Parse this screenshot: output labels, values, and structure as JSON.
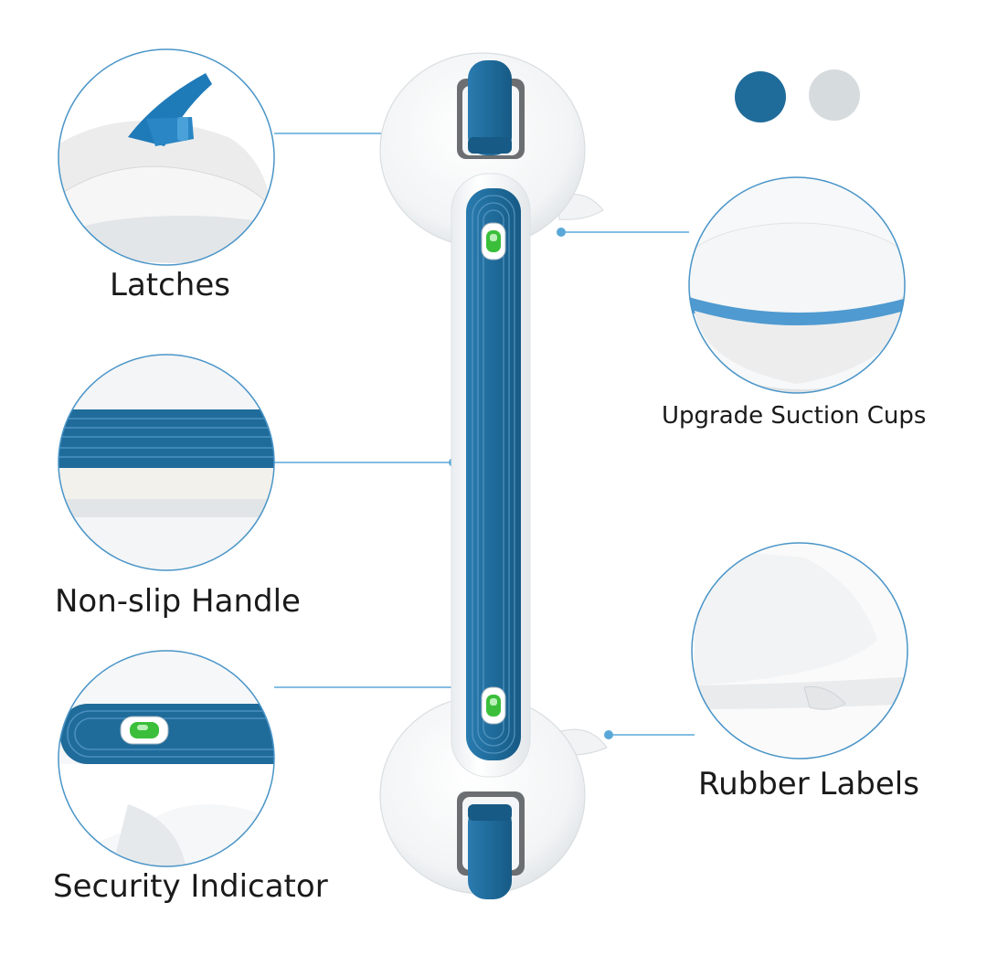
{
  "features": {
    "latches": "Latches",
    "non_slip_handle": "Non-slip Handle",
    "security_indicator": "Security Indicator",
    "upgrade_suction_cups": "Upgrade Suction Cups",
    "rubber_labels": "Rubber Labels"
  },
  "colors": {
    "primary_blue": "#1f6b9a",
    "light_gray": "#d6dbde",
    "indicator_green": "#3bbf3b",
    "callout_line": "#5aa8d8"
  },
  "color_options": [
    "blue",
    "gray"
  ]
}
